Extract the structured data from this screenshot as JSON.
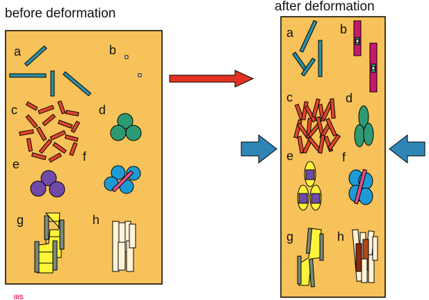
{
  "title_before": "before deformation",
  "title_after": "after deformation",
  "corner_mark": "IIIS",
  "colors": {
    "panel": "#f8c25a",
    "rod": "#2e8fa5",
    "red": "#e2452e",
    "green": "#2e9a73",
    "purple": "#6f4aa8",
    "blue": "#1e9ad4",
    "magenta": "#c8186c",
    "yellow": "#fff43a",
    "gray": "#7a8a7a",
    "arrow_red": "#e23224",
    "arrow_blue": "#2f86b6"
  },
  "before_labels": [
    "a",
    "b",
    "c",
    "d",
    "e",
    "f",
    "g",
    "h"
  ],
  "after_labels": [
    "a",
    "b",
    "c",
    "d",
    "e",
    "f",
    "g",
    "h"
  ]
}
